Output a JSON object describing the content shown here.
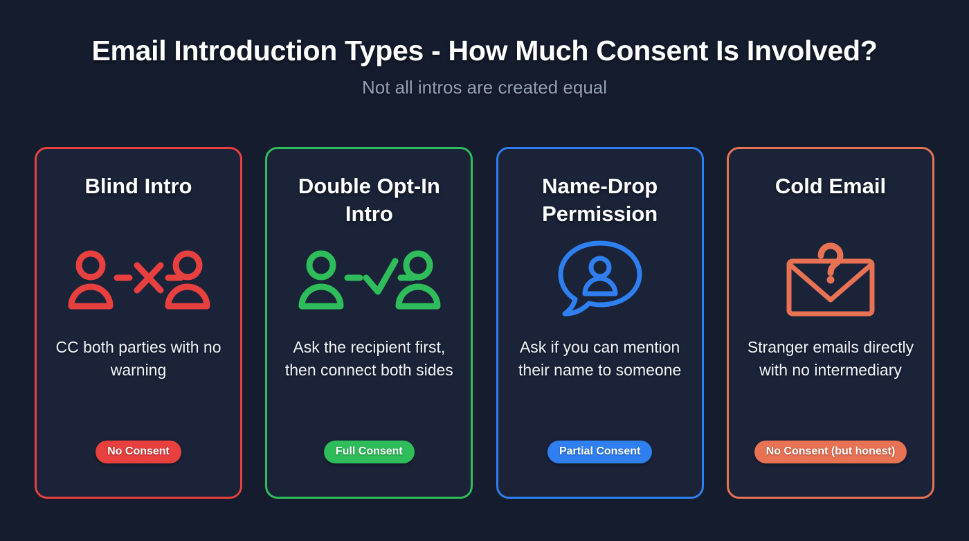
{
  "header": {
    "title": "Email Introduction Types - How Much Consent Is Involved?",
    "subtitle": "Not all intros are created equal"
  },
  "theme": {
    "page_background": "#141c2e",
    "card_background": "#1a2338",
    "title_color": "#ffffff",
    "subtitle_color": "#93a0b4",
    "body_text_color": "#f2f4f8"
  },
  "cards": [
    {
      "title": "Blind Intro",
      "icon": "two-people-x-icon",
      "description": "CC both parties with no warning",
      "badge_label": "No Consent",
      "color": "#e8403f"
    },
    {
      "title": "Double Opt-In Intro",
      "icon": "two-people-check-icon",
      "description": "Ask the recipient first, then connect both sides",
      "badge_label": "Full Consent",
      "color": "#2ebd5a"
    },
    {
      "title": "Name-Drop Permission",
      "icon": "speech-bubble-person-icon",
      "description": "Ask if you can mention their name to someone",
      "badge_label": "Partial Consent",
      "color": "#2f7ff0"
    },
    {
      "title": "Cold Email",
      "icon": "envelope-question-icon",
      "description": "Stranger emails directly with no intermediary",
      "badge_label": "No Consent (but honest)",
      "color": "#e87254"
    }
  ]
}
